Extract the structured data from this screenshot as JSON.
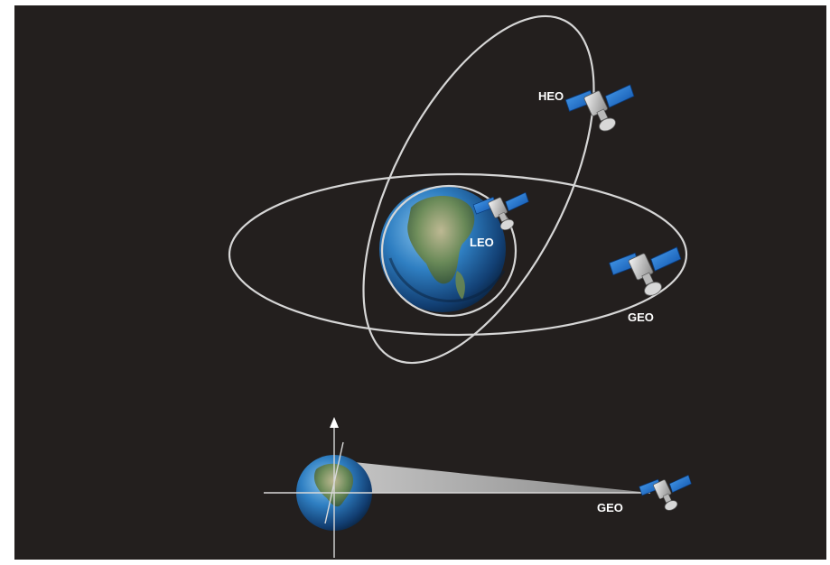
{
  "labels": {
    "heo": "HEO",
    "leo": "LEO",
    "geo": "GEO",
    "geo_bottom": "GEO"
  },
  "colors": {
    "background": "#231f1e",
    "frame": "#ffffff",
    "orbit": "#d9d9d9",
    "panel": "#1e6fd0",
    "beam": "#e6e6e6"
  },
  "icons": [
    "earth-icon",
    "satellite-icon",
    "axis-arrow-icon"
  ]
}
